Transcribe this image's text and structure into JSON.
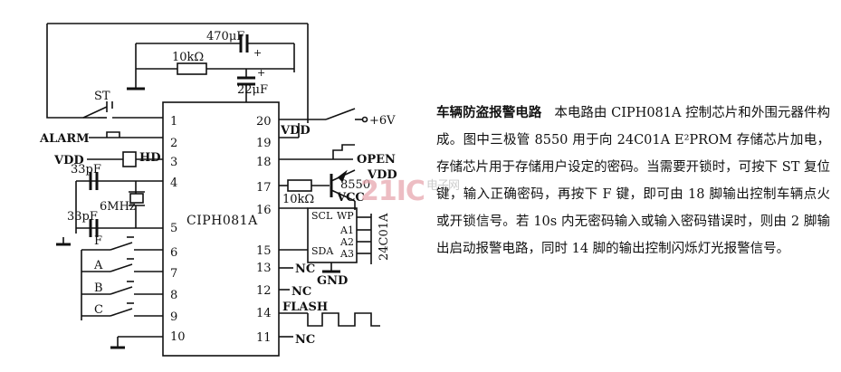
{
  "chip": {
    "name": "CIPH081A"
  },
  "eeprom": {
    "name": "24C01A",
    "pins": [
      "SCL",
      "WP",
      "A1",
      "A2",
      "A3",
      "SDA"
    ]
  },
  "left_pins": [
    "1",
    "2",
    "3",
    "4",
    "5",
    "6",
    "7",
    "8",
    "9",
    "10"
  ],
  "right_pins": [
    "20",
    "19",
    "18",
    "17",
    "16",
    "15",
    "13",
    "12",
    "14",
    "11"
  ],
  "labels": {
    "cap_top": "470μF",
    "res_top": "10kΩ",
    "cap_22": "22μF",
    "st": "ST",
    "alarm": "ALARM",
    "vdd_left": "VDD",
    "hd": "HD",
    "cap_33a": "33pF",
    "crystal": "6MHz",
    "cap_33b": "33pF",
    "key_f": "F",
    "key_a": "A",
    "key_b": "B",
    "key_c": "C",
    "plus6v": "+6V",
    "vdd_right": "VDD",
    "open": "OPEN",
    "vdd_transistor": "VDD",
    "transistor": "8550",
    "vcc": "VCC",
    "res_17": "10kΩ",
    "gnd": "GND",
    "nc13": "NC",
    "nc12": "NC",
    "flash": "FLASH",
    "nc11": "NC",
    "plus": "+"
  },
  "description": {
    "title": "车辆防盗报警电路",
    "body": "本电路由 CIPH081A 控制芯片和外围元器件构成。图中三极管 8550 用于向 24C01A E²PROM 存储芯片加电，存储芯片用于存储用户设定的密码。当需要开锁时，可按下 ST 复位键，输入正确密码，再按下 F 键，即可由 18 脚输出控制车辆点火或开锁信号。若 10s 内无密码输入或输入密码错误时，则由 2 脚输出启动报警电路，同时 14 脚的输出控制闪烁灯光报警信号。"
  },
  "watermark": {
    "main": "21IC",
    "sub": "电子网"
  }
}
